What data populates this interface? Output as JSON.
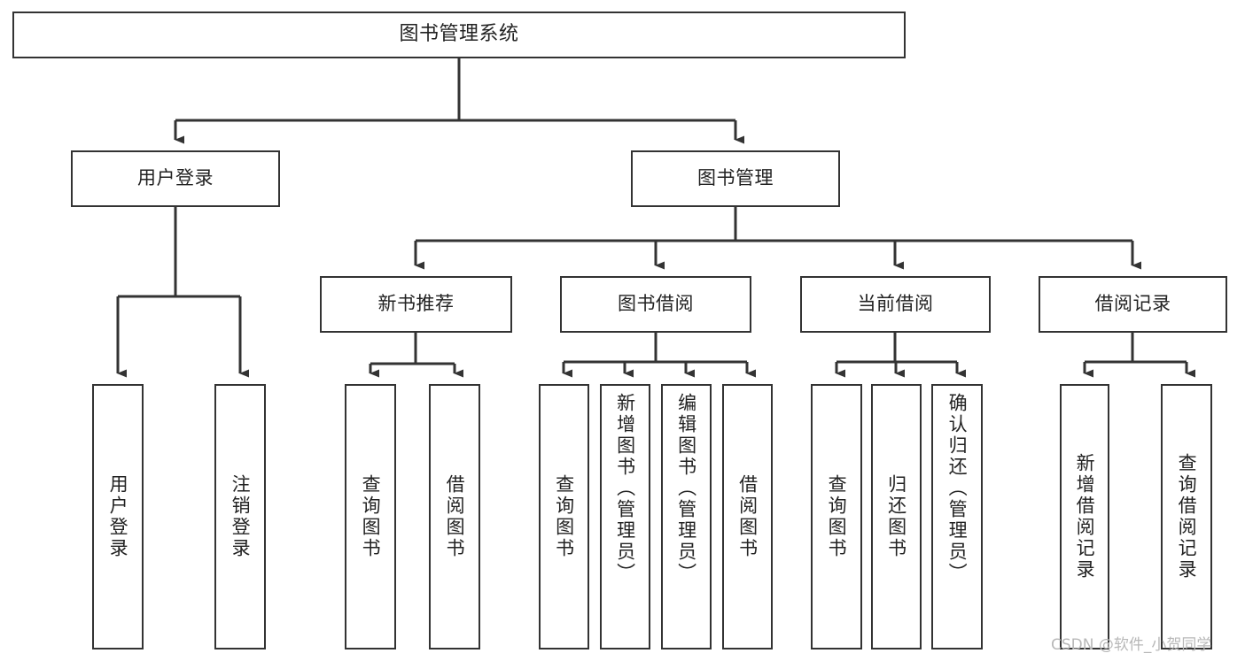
{
  "diagram": {
    "title": "图书管理系统",
    "type": "tree",
    "watermark": "CSDN @软件_小贺同学",
    "colors": {
      "box_border": "#333333",
      "box_fill": "#ffffff",
      "edge": "#333333",
      "text": "#222222",
      "watermark": "#b8b8b8",
      "background": "#ffffff"
    }
  },
  "nodes": {
    "root": {
      "label": "图书管理系统"
    },
    "level1": [
      {
        "id": "user-login",
        "label": "用户登录"
      },
      {
        "id": "book-manage",
        "label": "图书管理"
      }
    ],
    "level2": [
      {
        "id": "new-book-recommend",
        "label": "新书推荐"
      },
      {
        "id": "book-borrow",
        "label": "图书借阅"
      },
      {
        "id": "current-borrow",
        "label": "当前借阅"
      },
      {
        "id": "borrow-record",
        "label": "借阅记录"
      }
    ],
    "leaves": {
      "user-login": [
        {
          "id": "leaf-user-login",
          "label": "用户登录"
        },
        {
          "id": "leaf-user-logout",
          "label": "注销登录"
        }
      ],
      "new-book-recommend": [
        {
          "id": "leaf-query-book-1",
          "label": "查询图书"
        },
        {
          "id": "leaf-borrow-book-1",
          "label": "借阅图书"
        }
      ],
      "book-borrow": [
        {
          "id": "leaf-query-book-2",
          "label": "查询图书"
        },
        {
          "id": "leaf-add-book",
          "label": "新增图书（管理员）"
        },
        {
          "id": "leaf-edit-book",
          "label": "编辑图书（管理员）"
        },
        {
          "id": "leaf-borrow-book-2",
          "label": "借阅图书"
        }
      ],
      "current-borrow": [
        {
          "id": "leaf-query-book-3",
          "label": "查询图书"
        },
        {
          "id": "leaf-return-book",
          "label": "归还图书"
        },
        {
          "id": "leaf-confirm-return",
          "label": "确认归还（管理员）"
        }
      ],
      "borrow-record": [
        {
          "id": "leaf-add-record",
          "label": "新增借阅记录"
        },
        {
          "id": "leaf-query-record",
          "label": "查询借阅记录"
        }
      ]
    }
  }
}
